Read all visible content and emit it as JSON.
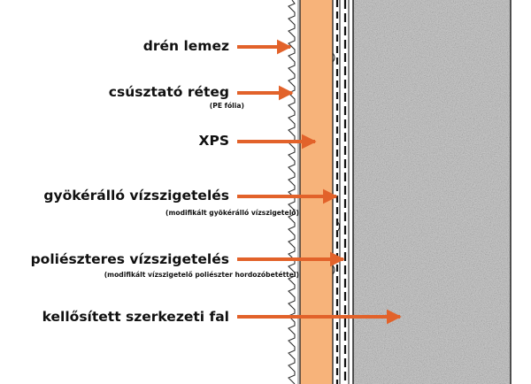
{
  "colors": {
    "arrow": "#e2622a",
    "xps": "#f7b37a",
    "concrete": "#c9c9c9",
    "outline": "#222222"
  },
  "labels": {
    "drain": "drén lemez",
    "slip": "csúsztató réteg",
    "slip_note": "(PE fólia)",
    "xps": "XPS",
    "root": "gyökérálló vízszigetelés",
    "root_note": "(modifikált gyökérálló vízszigetelő)",
    "polyester": "poliészteres vízszigetelés",
    "polyester_note": "(modifikált vízszigetelő poliészter hordozóbetéttel)",
    "wall": "kellősített szerkezeti fal"
  }
}
